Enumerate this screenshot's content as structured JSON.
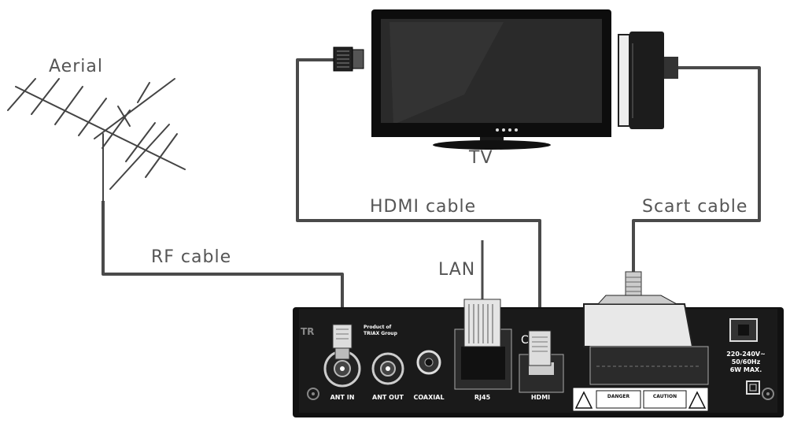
{
  "labels": {
    "aerial": "Aerial",
    "tv": "TV",
    "hdmi_cable": "HDMI cable",
    "scart_cable": "Scart cable",
    "rf_cable": "RF cable",
    "lan": "LAN"
  },
  "receiver": {
    "brand": "TR",
    "product_of": "Product of",
    "group": "TRIAX Group",
    "ports": {
      "ant_in": "ANT IN",
      "ant_out": "ANT OUT",
      "coaxial": "COAXIAL",
      "rj45": "RJ45",
      "hdmi": "HDMI"
    },
    "danger": "DANGER",
    "caution": "CAUTION",
    "power": [
      "220-240V~",
      "50/60Hz",
      "6W MAX."
    ]
  },
  "colors": {
    "cable": "#4a4a4a",
    "body": "#111111",
    "label": "#555555"
  }
}
